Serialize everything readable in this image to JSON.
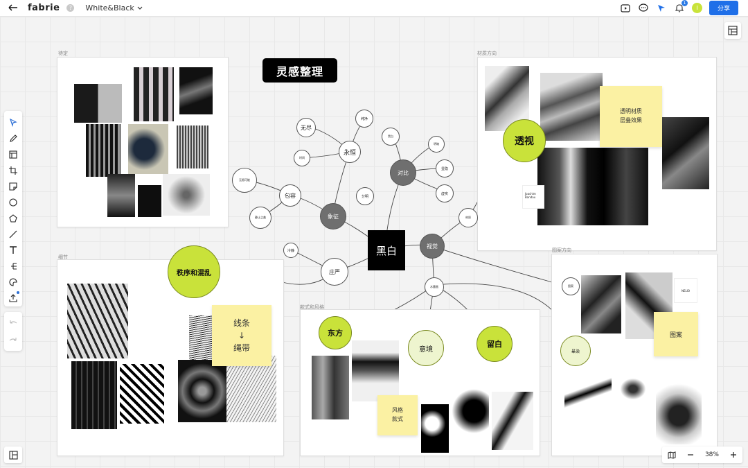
{
  "app": {
    "logo": "fabrie",
    "doc_name": "White&Black",
    "share_label": "分享",
    "user_initial": "I",
    "notif_count": "1"
  },
  "board": {
    "title": "灵感整理",
    "center": "黑白",
    "frames": {
      "f1": "待定",
      "f2": "材质方向",
      "f3": "细节",
      "f4": "款式和风格",
      "f5": "图案方向"
    },
    "stickies": {
      "s1": "透明材质\n层叠效果",
      "s2": "线条\n↓\n绳带",
      "s3": "风格\n款式",
      "s4": "图案"
    },
    "nodes": {
      "yongheng": "永恒",
      "wujin": "无尽",
      "chunjing": "纯净",
      "shijian": "时间",
      "duibi": "对比",
      "heibai2": "黑白",
      "liangan": "明暗",
      "shizhong": "显隐",
      "xushi": "虚实",
      "fenming": "分明",
      "xiangzheng": "象征",
      "baorong": "包容",
      "wuxian": "无限可能",
      "jingzhi": "静止之美",
      "zhuangyan": "庄严",
      "lengjing": "冷静",
      "shijue": "视觉",
      "duozhang": "材质",
      "toushi": "透视",
      "zhixu": "秩序和混乱",
      "shuimo": "水墨画",
      "dongfang": "东方",
      "yijing": "意境",
      "liubai": "留白",
      "yunran": "晕染",
      "tuanyan": "图案"
    },
    "tiny_texts": {
      "joachim": "Joachim\nBandau",
      "nelio": "NELIO"
    }
  },
  "toolbar": {
    "tools": [
      "select-tool",
      "pen-tool",
      "frame-tool",
      "crop-tool",
      "sticky-tool",
      "circle-tool",
      "polygon-tool",
      "line-tool",
      "text-tool",
      "mindmap-tool",
      "palette-tool",
      "upload-tool"
    ]
  },
  "zoom": {
    "level": "38%"
  }
}
